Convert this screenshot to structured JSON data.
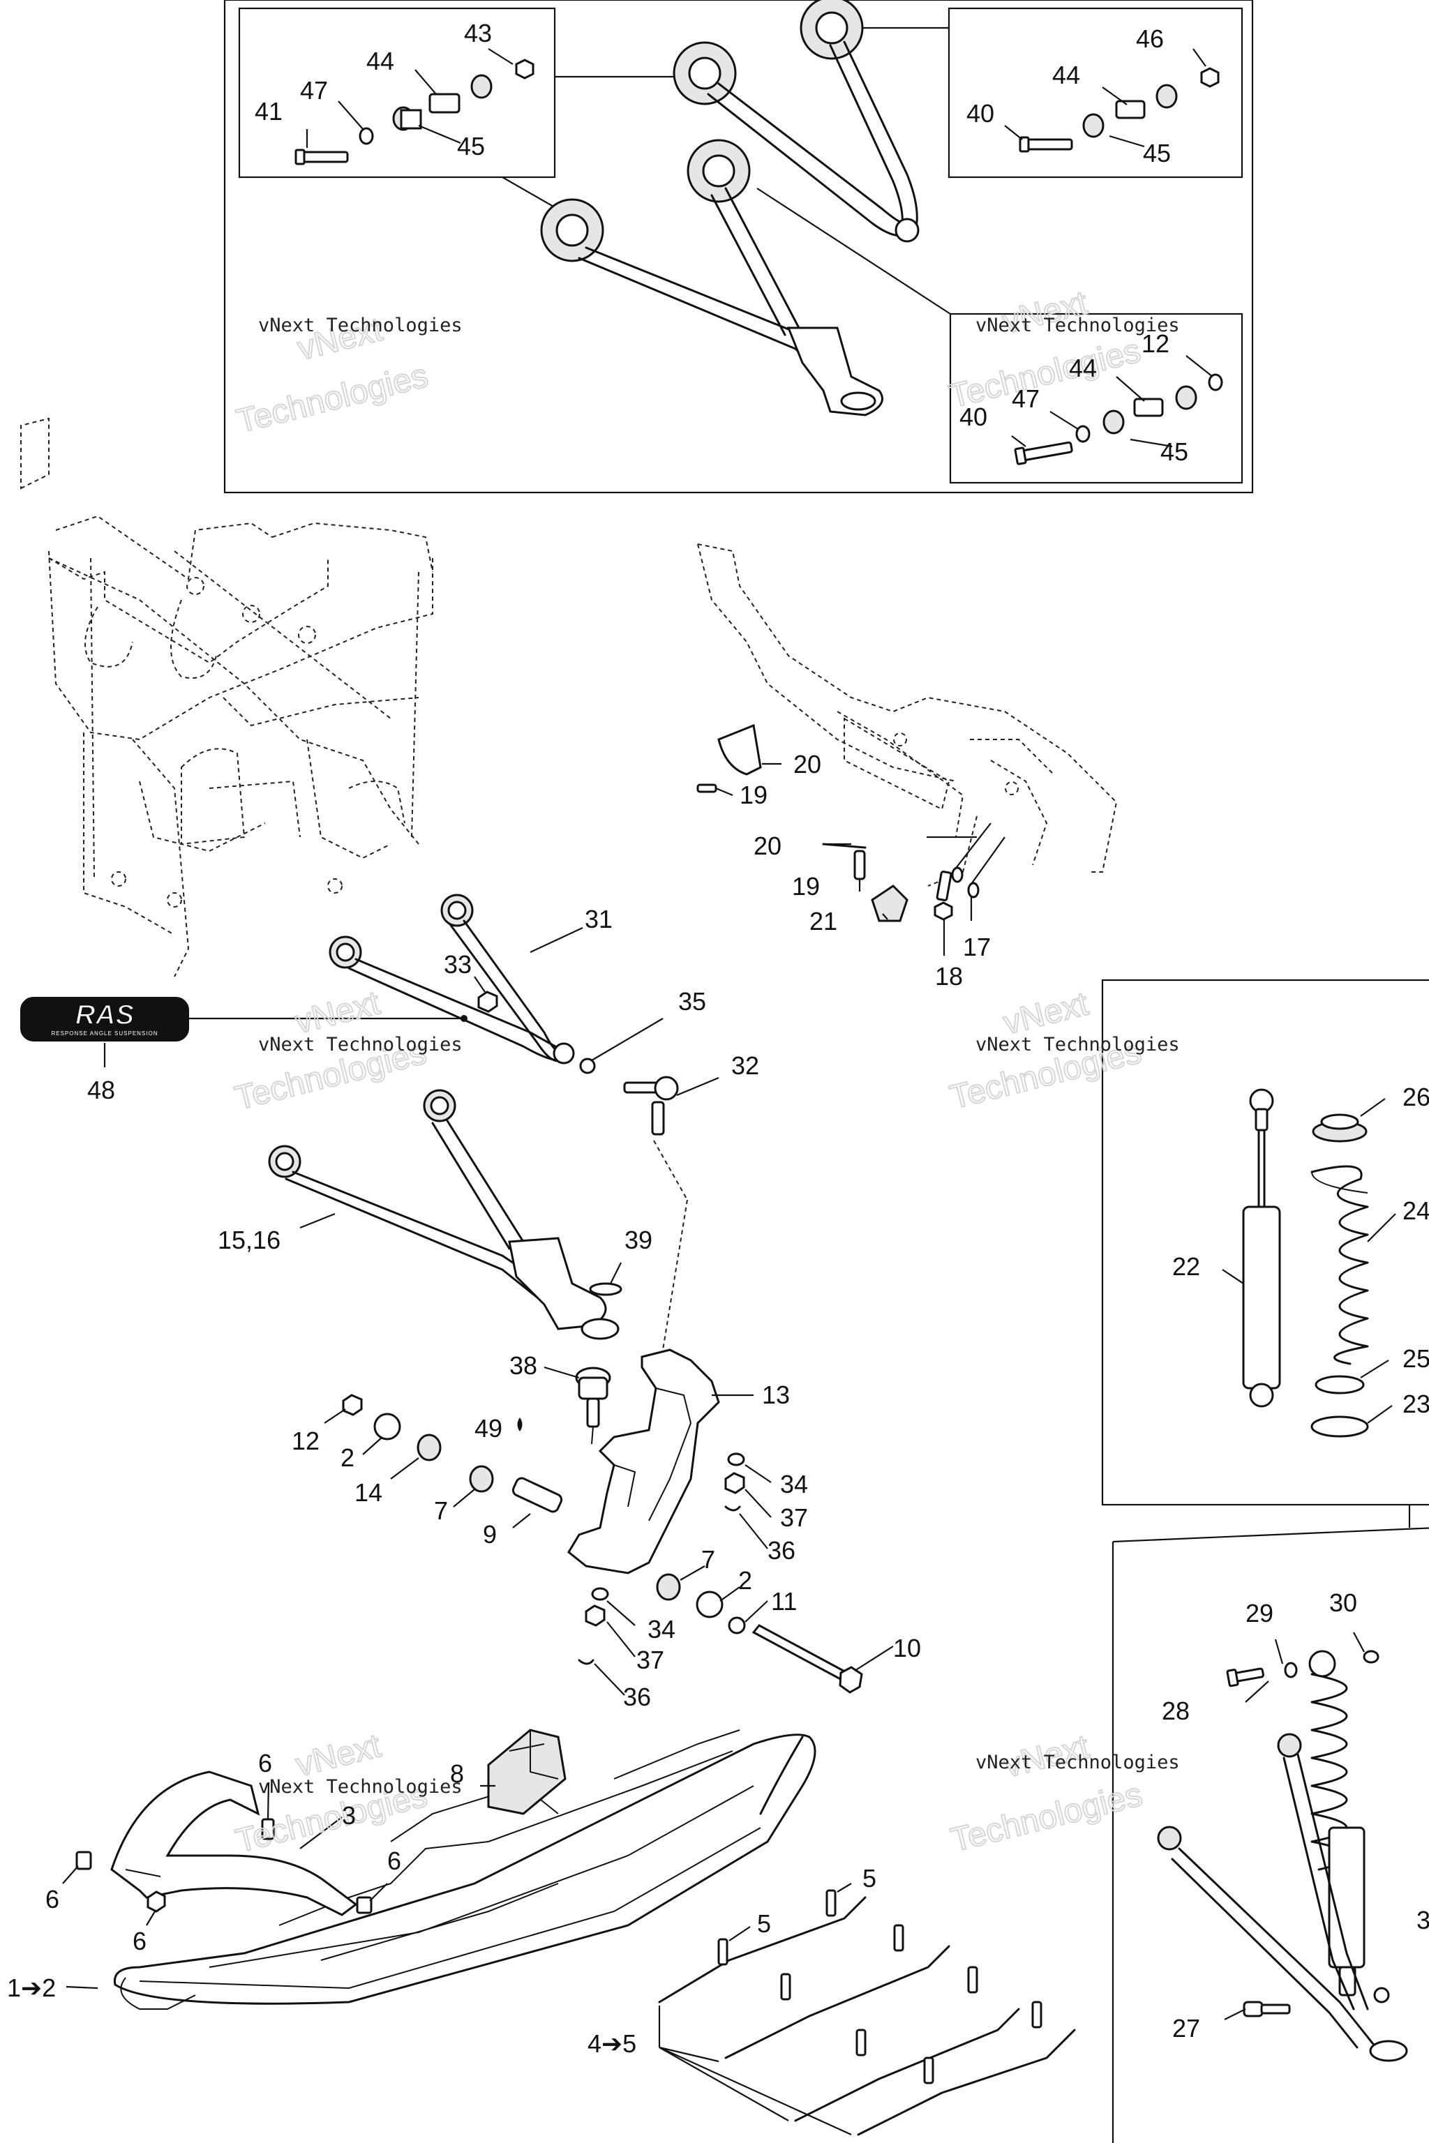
{
  "watermark": {
    "line1": "vNext Technologies",
    "line2a": "vNext",
    "line2b": "Technologies"
  },
  "logo": {
    "text": "RAS",
    "subtext": "RESPONSE ANGLE SUSPENSION"
  },
  "callouts": {
    "c43": "43",
    "c44a": "44",
    "c41": "41",
    "c47a": "47",
    "c45a": "45",
    "c46": "46",
    "c44b": "44",
    "c40a": "40",
    "c45b": "45",
    "c12a": "12",
    "c44c": "44",
    "c47b": "47",
    "c40b": "40",
    "c45c": "45",
    "c20a": "20",
    "c19a": "19",
    "c20b": "20",
    "c19b": "19",
    "c21": "21",
    "c17": "17",
    "c18": "18",
    "c31": "31",
    "c33": "33",
    "c35": "35",
    "c32": "32",
    "c48": "48",
    "c1516": "15,16",
    "c39": "39",
    "c38": "38",
    "c13": "13",
    "c12b": "12",
    "c2a": "2",
    "c14": "14",
    "c7a": "7",
    "c9": "9",
    "c49": "49",
    "c34a": "34",
    "c37a": "37",
    "c36a": "36",
    "c7b": "7",
    "c2b": "2",
    "c11": "11",
    "c34b": "34",
    "c37b": "37",
    "c36b": "36",
    "c10": "10",
    "c26": "26",
    "c24": "24",
    "c22": "22",
    "c25": "25",
    "c23": "23",
    "c29": "29",
    "c30": "30",
    "c28": "28",
    "c27": "27",
    "c3r": "3",
    "c8": "8",
    "c6a": "6",
    "c3": "3",
    "c6b": "6",
    "c6c": "6",
    "c6d": "6",
    "c1to2": "1➔2",
    "c5a": "5",
    "c5b": "5",
    "c4to5": "4➔5"
  }
}
